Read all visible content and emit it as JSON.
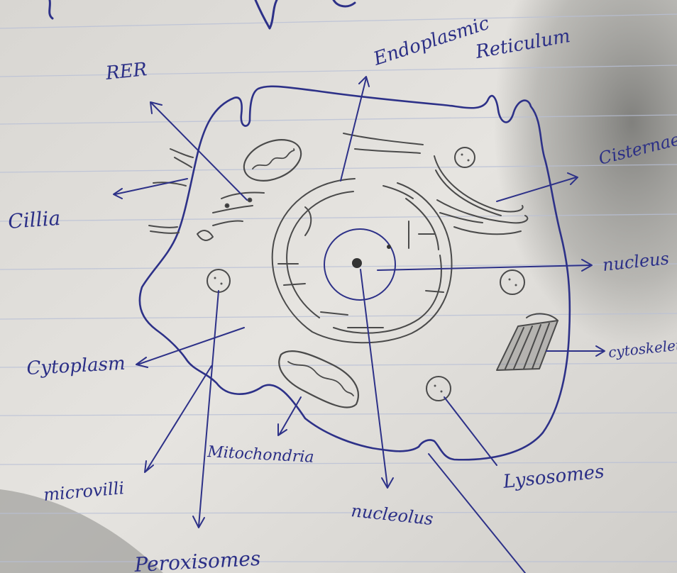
{
  "page_title_fragment": "",
  "labels": {
    "endoplasmic": "Endoplasmic",
    "reticulum": "Reticulum",
    "rer": "RER",
    "cisternae": "Cisternae",
    "cillia": "Cillia",
    "nucleus": "nucleus",
    "cytoskeleton": "cytoskeleton",
    "cytoplasm": "Cytoplasm",
    "mitochondria": "Mitochondria",
    "microvilli": "microvilli",
    "lysosomes": "Lysosomes",
    "nucleolus": "nucleolus",
    "peroxisomes": "Peroxisomes"
  },
  "colors": {
    "ink": "#2d3188",
    "pencil": "#4a4a4a",
    "paper": "#e4e2de",
    "rule_line": "#b9c0d6",
    "shadow": "#7b7b78"
  }
}
